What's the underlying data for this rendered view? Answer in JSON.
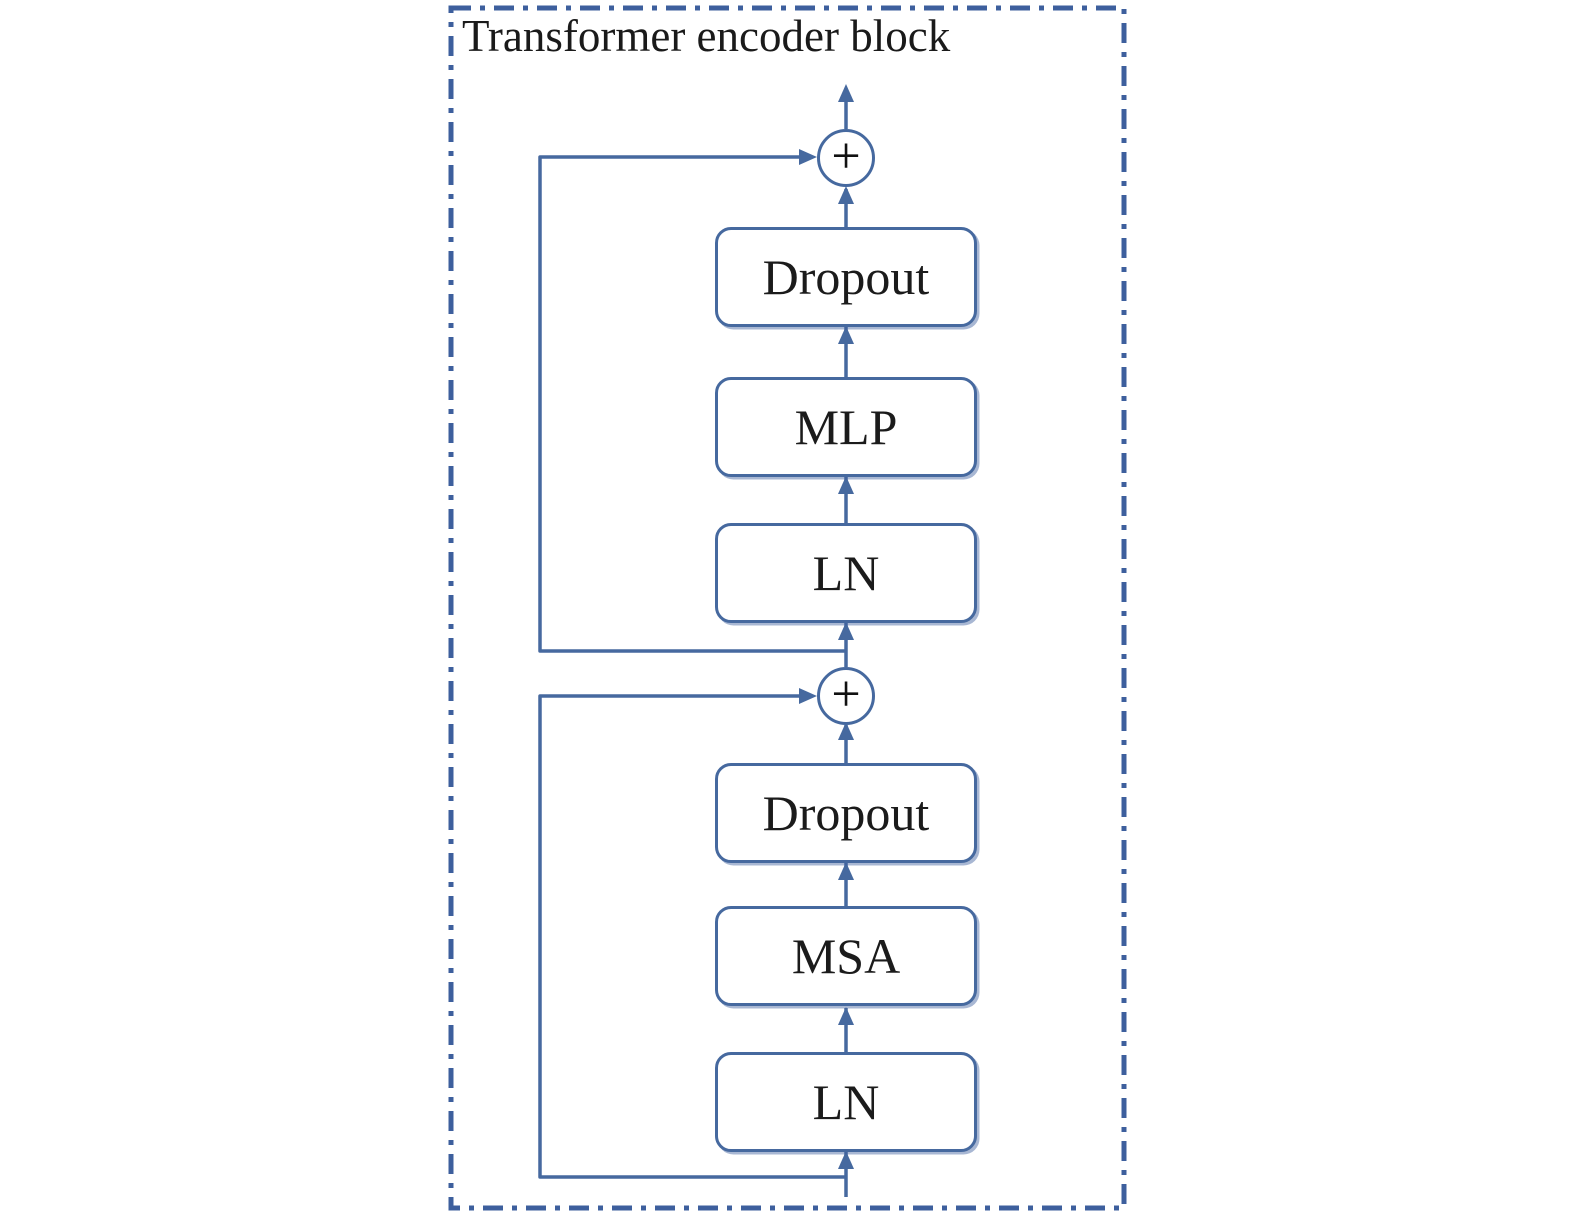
{
  "figure": {
    "title": "Transformer encoder block",
    "colors": {
      "line": "#46699f",
      "frame": "#3d5f9d",
      "box_fill": "#ffffff",
      "text": "#1b1b1b"
    }
  },
  "nodes": {
    "add_top": {
      "label": "+",
      "type": "add"
    },
    "dropout_top": {
      "label": "Dropout",
      "type": "layer"
    },
    "mlp": {
      "label": "MLP",
      "type": "layer"
    },
    "ln_top": {
      "label": "LN",
      "type": "layer"
    },
    "add_mid": {
      "label": "+",
      "type": "add"
    },
    "dropout_bottom": {
      "label": "Dropout",
      "type": "layer"
    },
    "msa": {
      "label": "MSA",
      "type": "layer"
    },
    "ln_bottom": {
      "label": "LN",
      "type": "layer"
    }
  },
  "edges": [
    {
      "from": "input",
      "to": "ln_bottom",
      "style": "arrow-up"
    },
    {
      "from": "ln_bottom",
      "to": "msa",
      "style": "arrow-up"
    },
    {
      "from": "msa",
      "to": "dropout_bottom",
      "style": "arrow-up"
    },
    {
      "from": "dropout_bottom",
      "to": "add_mid",
      "style": "arrow-up"
    },
    {
      "from": "input",
      "to": "add_mid",
      "style": "residual-skip-left"
    },
    {
      "from": "add_mid",
      "to": "ln_top",
      "style": "arrow-up"
    },
    {
      "from": "ln_top",
      "to": "mlp",
      "style": "arrow-up"
    },
    {
      "from": "mlp",
      "to": "dropout_top",
      "style": "arrow-up"
    },
    {
      "from": "dropout_top",
      "to": "add_top",
      "style": "arrow-up"
    },
    {
      "from": "add_mid",
      "to": "add_top",
      "style": "residual-skip-left"
    },
    {
      "from": "add_top",
      "to": "output",
      "style": "arrow-up"
    }
  ]
}
